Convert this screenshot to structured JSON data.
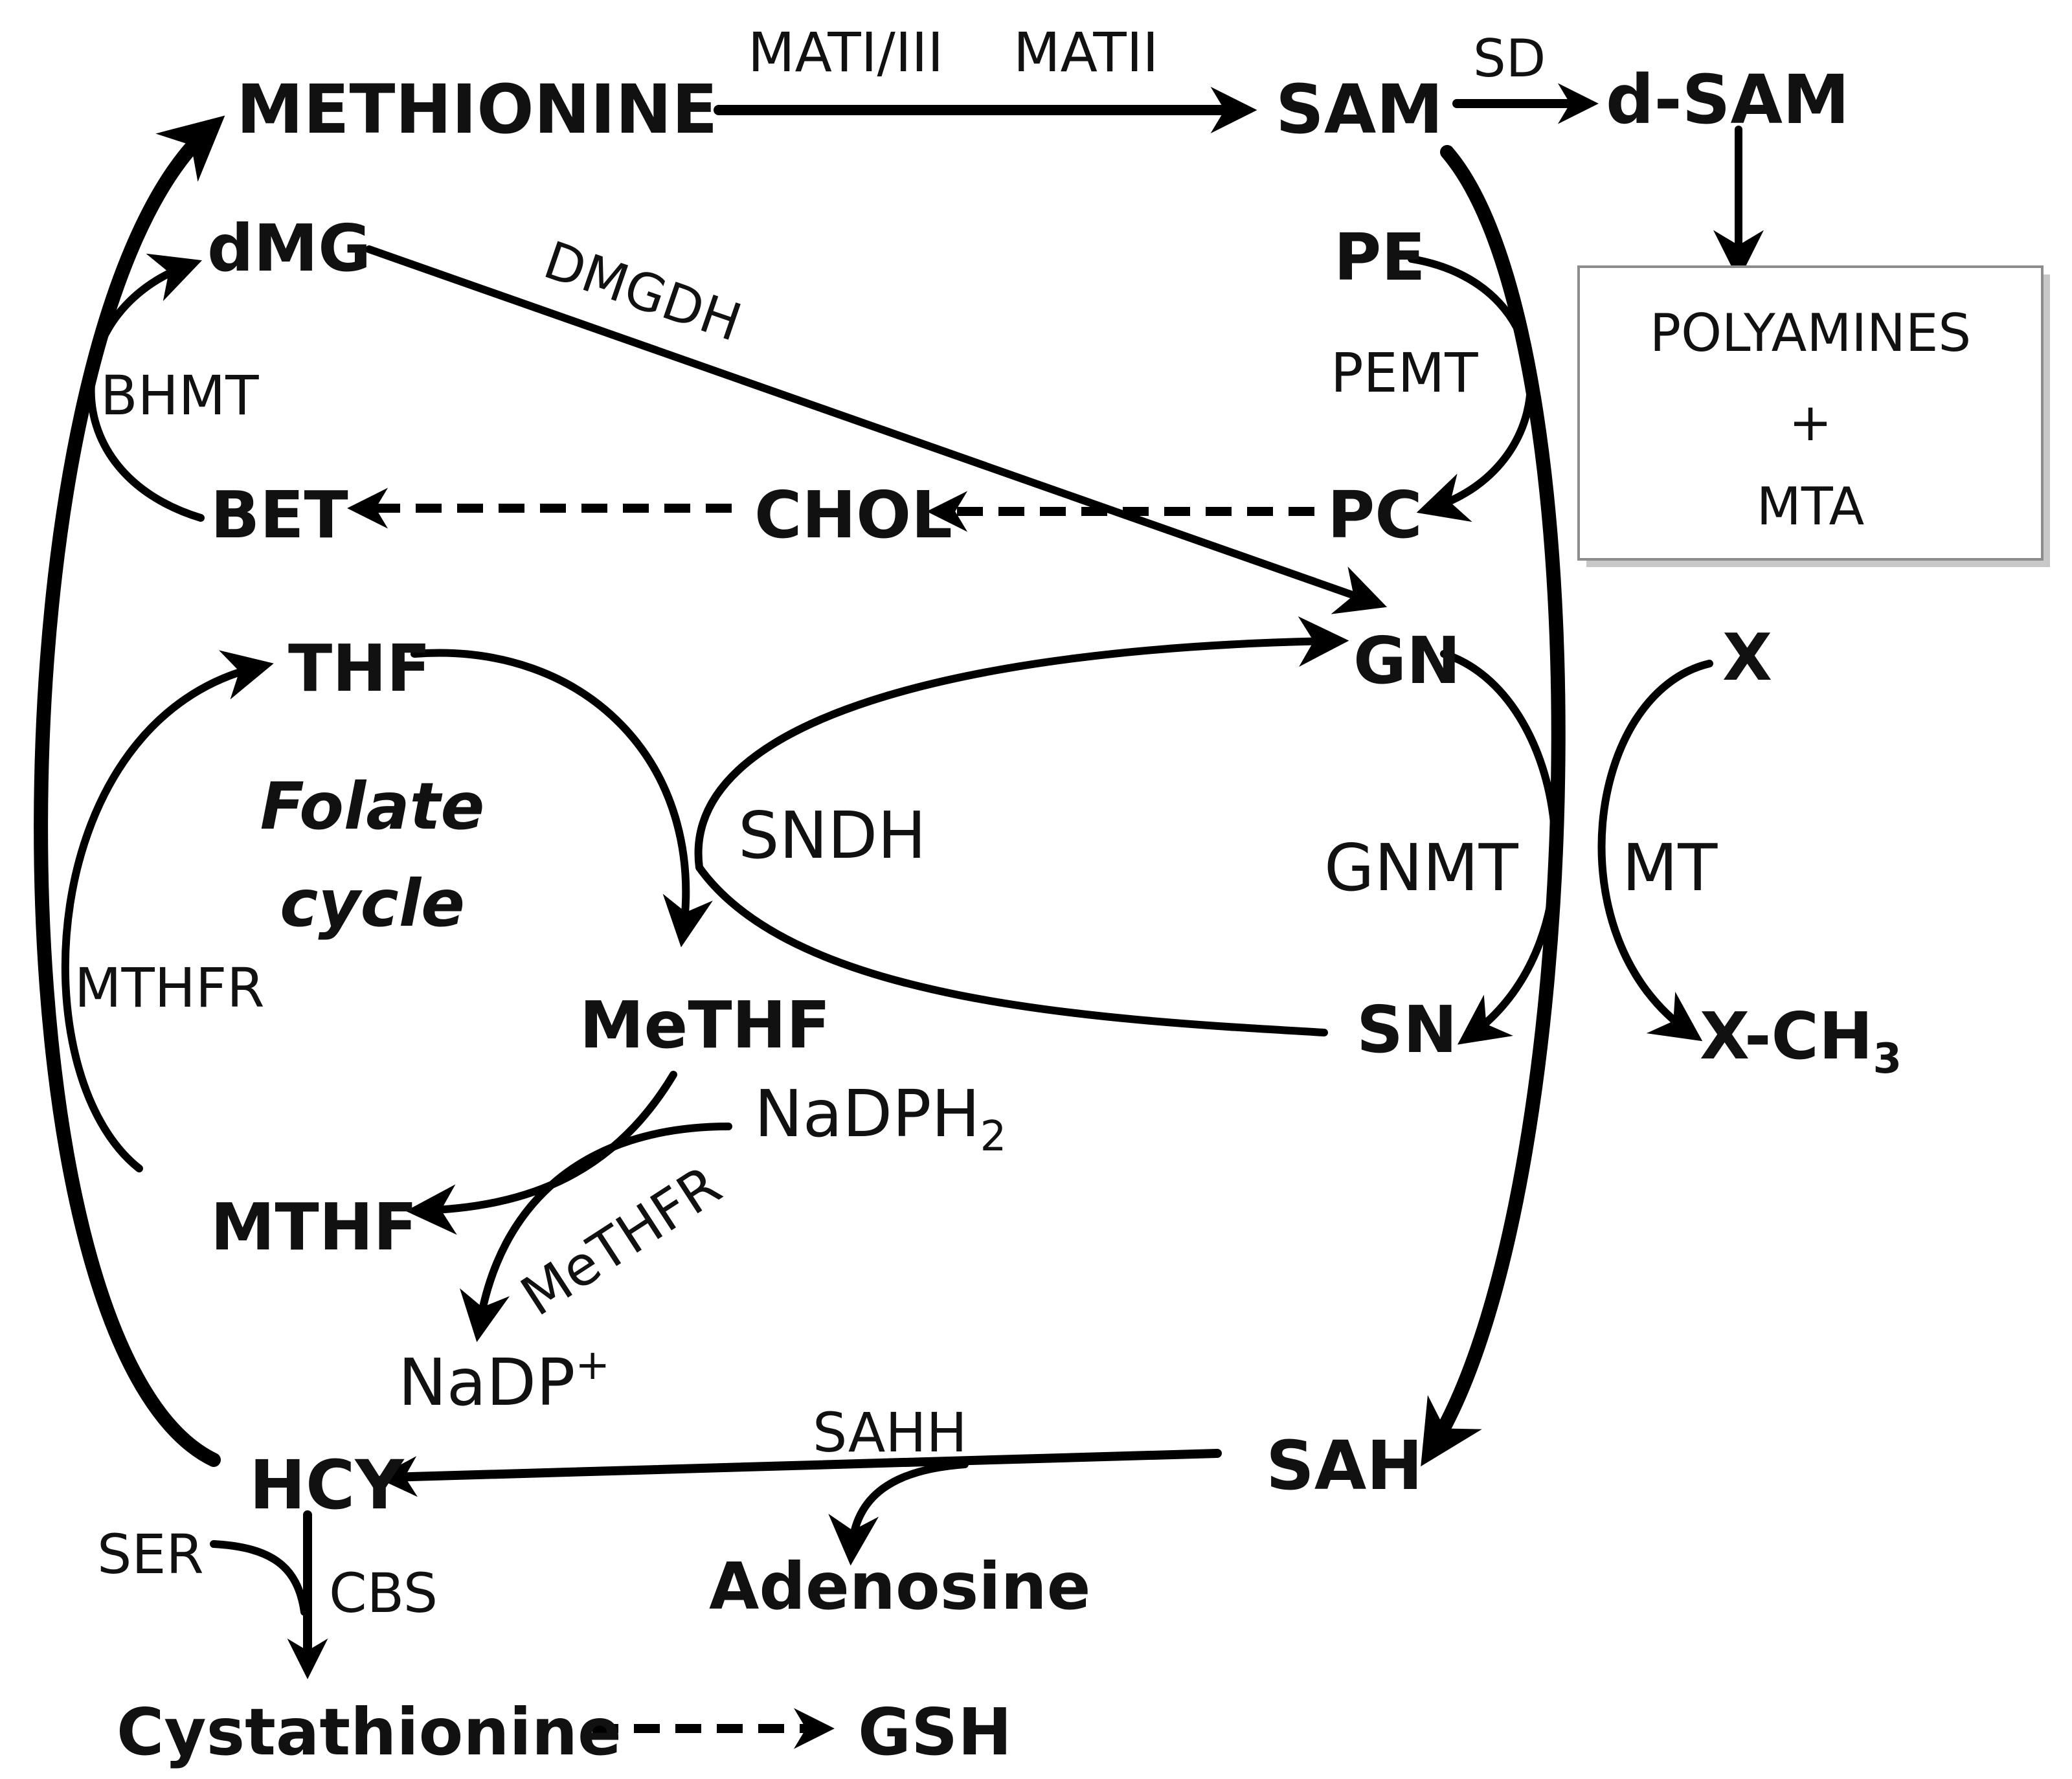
{
  "metabolites": {
    "methionine": "METHIONINE",
    "sam": "SAM",
    "dsam": "d-SAM",
    "dmg": "dMG",
    "pe": "PE",
    "bet": "BET",
    "chol": "CHOL",
    "pc": "PC",
    "thf": "THF",
    "gn": "GN",
    "x": "X",
    "methf": "MeTHF",
    "sn": "SN",
    "xch3": "X-CH",
    "xch3_sub": "3",
    "mthf": "MTHF",
    "nadph2": "NaDPH",
    "nadph2_sub": "2",
    "nadp": "NaDP",
    "nadp_sup": "+",
    "hcy": "HCY",
    "sah": "SAH",
    "adenosine": "Adenosine",
    "cystathionine": "Cystathionine",
    "gsh": "GSH",
    "ser": "SER"
  },
  "enzymes": {
    "mati_iii": "MATI/III",
    "matii": "MATII",
    "sd": "SD",
    "dmgdh": "DMGDH",
    "bhmt": "BHMT",
    "pemt": "PEMT",
    "sndh": "SNDH",
    "gnmt": "GNMT",
    "mt": "MT",
    "mthfr": "MTHFR",
    "methfr": "MeTHFR",
    "sahh": "SAHH",
    "cbs": "CBS"
  },
  "labels": {
    "folate_line1": "Folate",
    "folate_line2": "cycle"
  },
  "box": {
    "line1": "POLYAMINES",
    "line2": "+",
    "line3": "MTA"
  },
  "colors": {
    "ink": "#000000",
    "box_fill": "#ffffff",
    "box_border": "#8c8c8c",
    "box_shadow": "#c8c8c8"
  }
}
